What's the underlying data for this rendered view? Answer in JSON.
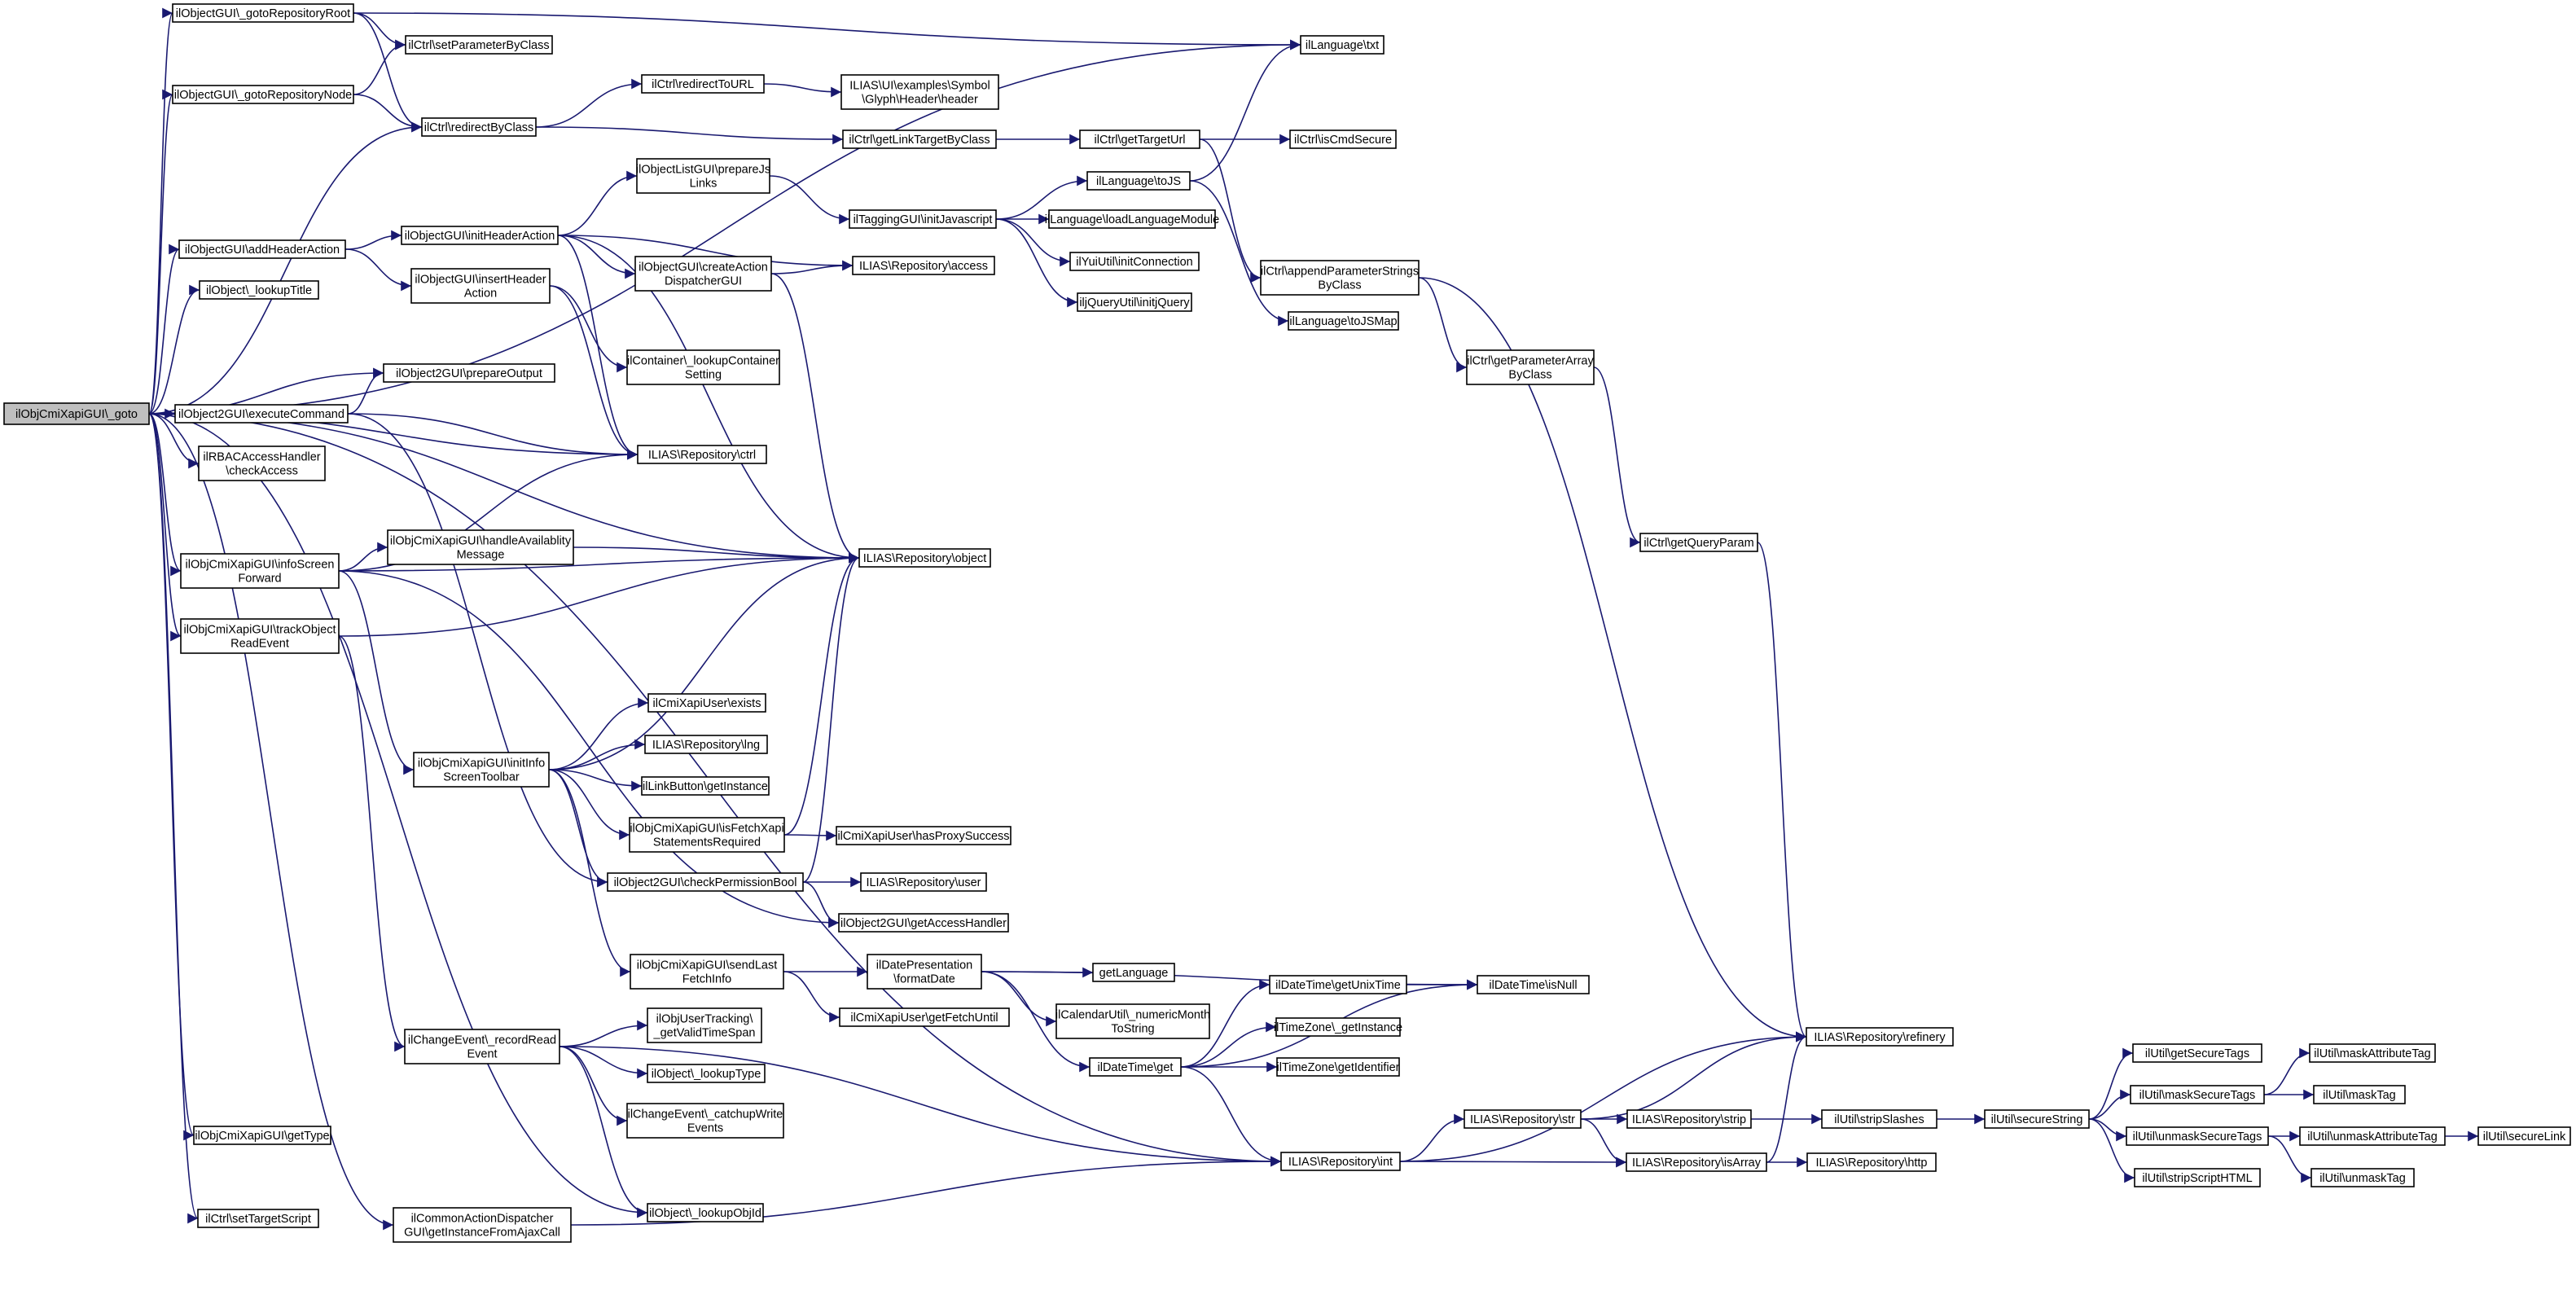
{
  "nodes": [
    {
      "id": "root",
      "label": [
        "ilObjCmiXapiGUI\\_goto"
      ],
      "root": true
    },
    {
      "id": "gotoRoot",
      "label": [
        "ilObjectGUI\\_gotoRepositoryRoot"
      ]
    },
    {
      "id": "gotoNode",
      "label": [
        "ilObjectGUI\\_gotoRepositoryNode"
      ]
    },
    {
      "id": "setParam",
      "label": [
        "ilCtrl\\setParameterByClass"
      ]
    },
    {
      "id": "langTxt",
      "label": [
        "ilLanguage\\txt"
      ]
    },
    {
      "id": "redirectByClass",
      "label": [
        "ilCtrl\\redirectByClass"
      ]
    },
    {
      "id": "redirectToURL",
      "label": [
        "ilCtrl\\redirectToURL"
      ]
    },
    {
      "id": "glyphHeader",
      "label": [
        "ILIAS\\UI\\examples\\Symbol",
        "\\Glyph\\Header\\header"
      ]
    },
    {
      "id": "getLinkTarget",
      "label": [
        "ilCtrl\\getLinkTargetByClass"
      ]
    },
    {
      "id": "getTargetUrl",
      "label": [
        "ilCtrl\\getTargetUrl"
      ]
    },
    {
      "id": "isCmdSecure",
      "label": [
        "ilCtrl\\isCmdSecure"
      ]
    },
    {
      "id": "toJS",
      "label": [
        "ilLanguage\\toJS"
      ]
    },
    {
      "id": "prepareJs",
      "label": [
        "ilObjectListGUI\\prepareJs",
        "Links"
      ]
    },
    {
      "id": "tagInitJs",
      "label": [
        "ilTaggingGUI\\initJavascript"
      ]
    },
    {
      "id": "loadLang",
      "label": [
        "ilLanguage\\loadLanguageModule"
      ]
    },
    {
      "id": "yuiInit",
      "label": [
        "ilYuiUtil\\initConnection"
      ]
    },
    {
      "id": "jqInit",
      "label": [
        "iljQueryUtil\\initjQuery"
      ]
    },
    {
      "id": "toJSMap",
      "label": [
        "ilLanguage\\toJSMap"
      ]
    },
    {
      "id": "appendParam",
      "label": [
        "ilCtrl\\appendParameterStrings",
        "ByClass"
      ]
    },
    {
      "id": "getParamArray",
      "label": [
        "ilCtrl\\getParameterArray",
        "ByClass"
      ]
    },
    {
      "id": "getQueryParam",
      "label": [
        "ilCtrl\\getQueryParam"
      ]
    },
    {
      "id": "addHeaderAction",
      "label": [
        "ilObjectGUI\\addHeaderAction"
      ]
    },
    {
      "id": "initHeaderAction",
      "label": [
        "ilObjectGUI\\initHeaderAction"
      ]
    },
    {
      "id": "insertHeaderAction",
      "label": [
        "ilObjectGUI\\insertHeader",
        "Action"
      ]
    },
    {
      "id": "createActionDisp",
      "label": [
        "ilObjectGUI\\createAction",
        "DispatcherGUI"
      ]
    },
    {
      "id": "repoAccess",
      "label": [
        "ILIAS\\Repository\\access"
      ]
    },
    {
      "id": "lookupTitle",
      "label": [
        "ilObject\\_lookupTitle"
      ]
    },
    {
      "id": "lookupContainer",
      "label": [
        "ilContainer\\_lookupContainer",
        "Setting"
      ]
    },
    {
      "id": "prepareOutput",
      "label": [
        "ilObject2GUI\\prepareOutput"
      ]
    },
    {
      "id": "executeCommand",
      "label": [
        "ilObject2GUI\\executeCommand"
      ]
    },
    {
      "id": "repoCtrl",
      "label": [
        "ILIAS\\Repository\\ctrl"
      ]
    },
    {
      "id": "rbacCheck",
      "label": [
        "ilRBACAccessHandler",
        "\\checkAccess"
      ]
    },
    {
      "id": "infoScreenFwd",
      "label": [
        "ilObjCmiXapiGUI\\infoScreen",
        "Forward"
      ]
    },
    {
      "id": "handleAvail",
      "label": [
        "ilObjCmiXapiGUI\\handleAvailablity",
        "Message"
      ]
    },
    {
      "id": "repoObject",
      "label": [
        "ILIAS\\Repository\\object"
      ]
    },
    {
      "id": "trackRead",
      "label": [
        "ilObjCmiXapiGUI\\trackObject",
        "ReadEvent"
      ]
    },
    {
      "id": "userExists",
      "label": [
        "ilCmiXapiUser\\exists"
      ]
    },
    {
      "id": "repoLng",
      "label": [
        "ILIAS\\Repository\\lng"
      ]
    },
    {
      "id": "linkBtn",
      "label": [
        "ilLinkButton\\getInstance"
      ]
    },
    {
      "id": "initInfoToolbar",
      "label": [
        "ilObjCmiXapiGUI\\initInfo",
        "ScreenToolbar"
      ]
    },
    {
      "id": "isFetchReq",
      "label": [
        "ilObjCmiXapiGUI\\isFetchXapi",
        "StatementsRequired"
      ]
    },
    {
      "id": "hasProxy",
      "label": [
        "ilCmiXapiUser\\hasProxySuccess"
      ]
    },
    {
      "id": "checkPerm",
      "label": [
        "ilObject2GUI\\checkPermissionBool"
      ]
    },
    {
      "id": "repoUser",
      "label": [
        "ILIAS\\Repository\\user"
      ]
    },
    {
      "id": "getAccessHandler",
      "label": [
        "ilObject2GUI\\getAccessHandler"
      ]
    },
    {
      "id": "sendLastFetch",
      "label": [
        "ilObjCmiXapiGUI\\sendLast",
        "FetchInfo"
      ]
    },
    {
      "id": "formatDate",
      "label": [
        "ilDatePresentation",
        "\\formatDate"
      ]
    },
    {
      "id": "getLanguage",
      "label": [
        "getLanguage"
      ]
    },
    {
      "id": "getFetchUntil",
      "label": [
        "ilCmiXapiUser\\getFetchUntil"
      ]
    },
    {
      "id": "numericMonth",
      "label": [
        "ilCalendarUtil\\_numericMonth",
        "ToString"
      ]
    },
    {
      "id": "getUnix",
      "label": [
        "ilDateTime\\getUnixTime"
      ]
    },
    {
      "id": "isNull",
      "label": [
        "ilDateTime\\isNull"
      ]
    },
    {
      "id": "tzInstance",
      "label": [
        "ilTimeZone\\_getInstance"
      ]
    },
    {
      "id": "tzIdent",
      "label": [
        "ilTimeZone\\getIdentifier"
      ]
    },
    {
      "id": "dtGet",
      "label": [
        "ilDateTime\\get"
      ]
    },
    {
      "id": "recordRead",
      "label": [
        "ilChangeEvent\\_recordRead",
        "Event"
      ]
    },
    {
      "id": "validTime",
      "label": [
        "ilObjUserTracking\\",
        "_getValidTimeSpan"
      ]
    },
    {
      "id": "lookupType",
      "label": [
        "ilObject\\_lookupType"
      ]
    },
    {
      "id": "catchupWrite",
      "label": [
        "ilChangeEvent\\_catchupWrite",
        "Events"
      ]
    },
    {
      "id": "lookupObjId",
      "label": [
        "ilObject\\_lookupObjId"
      ]
    },
    {
      "id": "getType",
      "label": [
        "ilObjCmiXapiGUI\\getType"
      ]
    },
    {
      "id": "setTarget",
      "label": [
        "ilCtrl\\setTargetScript"
      ]
    },
    {
      "id": "commonAction",
      "label": [
        "ilCommonActionDispatcher",
        "GUI\\getInstanceFromAjaxCall"
      ]
    },
    {
      "id": "repoInt",
      "label": [
        "ILIAS\\Repository\\int"
      ]
    },
    {
      "id": "repoStr",
      "label": [
        "ILIAS\\Repository\\str"
      ]
    },
    {
      "id": "repoStrip",
      "label": [
        "ILIAS\\Repository\\strip"
      ]
    },
    {
      "id": "repoIsArray",
      "label": [
        "ILIAS\\Repository\\isArray"
      ]
    },
    {
      "id": "repoRefinery",
      "label": [
        "ILIAS\\Repository\\refinery"
      ]
    },
    {
      "id": "stripSlashes",
      "label": [
        "ilUtil\\stripSlashes"
      ]
    },
    {
      "id": "repoHttp",
      "label": [
        "ILIAS\\Repository\\http"
      ]
    },
    {
      "id": "secureString",
      "label": [
        "ilUtil\\secureString"
      ]
    },
    {
      "id": "getSecureTags",
      "label": [
        "ilUtil\\getSecureTags"
      ]
    },
    {
      "id": "maskSecure",
      "label": [
        "ilUtil\\maskSecureTags"
      ]
    },
    {
      "id": "maskAttr",
      "label": [
        "ilUtil\\maskAttributeTag"
      ]
    },
    {
      "id": "maskTag",
      "label": [
        "ilUtil\\maskTag"
      ]
    },
    {
      "id": "unmaskSecure",
      "label": [
        "ilUtil\\unmaskSecureTags"
      ]
    },
    {
      "id": "unmaskAttr",
      "label": [
        "ilUtil\\unmaskAttributeTag"
      ]
    },
    {
      "id": "secureLink",
      "label": [
        "ilUtil\\secureLink"
      ]
    },
    {
      "id": "stripHTML",
      "label": [
        "ilUtil\\stripScriptHTML"
      ]
    },
    {
      "id": "unmaskTag",
      "label": [
        "ilUtil\\unmaskTag"
      ]
    }
  ],
  "edges": [
    [
      "root",
      "gotoRoot"
    ],
    [
      "root",
      "gotoNode"
    ],
    [
      "root",
      "langTxt"
    ],
    [
      "root",
      "redirectByClass"
    ],
    [
      "root",
      "addHeaderAction"
    ],
    [
      "root",
      "lookupTitle"
    ],
    [
      "root",
      "repoCtrl"
    ],
    [
      "root",
      "prepareOutput"
    ],
    [
      "root",
      "executeCommand"
    ],
    [
      "root",
      "rbacCheck"
    ],
    [
      "root",
      "repoObject"
    ],
    [
      "root",
      "infoScreenFwd"
    ],
    [
      "root",
      "trackRead"
    ],
    [
      "root",
      "lookupObjId"
    ],
    [
      "root",
      "getType"
    ],
    [
      "root",
      "setTarget"
    ],
    [
      "root",
      "commonAction"
    ],
    [
      "root",
      "repoInt"
    ],
    [
      "gotoRoot",
      "setParam"
    ],
    [
      "gotoRoot",
      "langTxt"
    ],
    [
      "gotoRoot",
      "redirectByClass"
    ],
    [
      "gotoNode",
      "setParam"
    ],
    [
      "gotoNode",
      "redirectByClass"
    ],
    [
      "redirectByClass",
      "redirectToURL"
    ],
    [
      "redirectByClass",
      "getLinkTarget"
    ],
    [
      "redirectToURL",
      "glyphHeader"
    ],
    [
      "getLinkTarget",
      "getTargetUrl"
    ],
    [
      "getTargetUrl",
      "isCmdSecure"
    ],
    [
      "getTargetUrl",
      "appendParam"
    ],
    [
      "appendParam",
      "getParamArray"
    ],
    [
      "appendParam",
      "repoRefinery"
    ],
    [
      "getParamArray",
      "getQueryParam"
    ],
    [
      "getQueryParam",
      "repoRefinery"
    ],
    [
      "toJS",
      "langTxt"
    ],
    [
      "toJS",
      "toJSMap"
    ],
    [
      "addHeaderAction",
      "initHeaderAction"
    ],
    [
      "addHeaderAction",
      "insertHeaderAction"
    ],
    [
      "initHeaderAction",
      "prepareJs"
    ],
    [
      "initHeaderAction",
      "createActionDisp"
    ],
    [
      "initHeaderAction",
      "repoAccess"
    ],
    [
      "initHeaderAction",
      "repoObject"
    ],
    [
      "initHeaderAction",
      "repoCtrl"
    ],
    [
      "prepareJs",
      "tagInitJs"
    ],
    [
      "tagInitJs",
      "toJS"
    ],
    [
      "tagInitJs",
      "loadLang"
    ],
    [
      "tagInitJs",
      "yuiInit"
    ],
    [
      "tagInitJs",
      "jqInit"
    ],
    [
      "createActionDisp",
      "repoAccess"
    ],
    [
      "createActionDisp",
      "repoObject"
    ],
    [
      "insertHeaderAction",
      "lookupContainer"
    ],
    [
      "insertHeaderAction",
      "repoCtrl"
    ],
    [
      "executeCommand",
      "prepareOutput"
    ],
    [
      "executeCommand",
      "repoCtrl"
    ],
    [
      "executeCommand",
      "checkPerm"
    ],
    [
      "infoScreenFwd",
      "handleAvail"
    ],
    [
      "infoScreenFwd",
      "repoCtrl"
    ],
    [
      "infoScreenFwd",
      "repoObject"
    ],
    [
      "infoScreenFwd",
      "initInfoToolbar"
    ],
    [
      "infoScreenFwd",
      "getAccessHandler"
    ],
    [
      "handleAvail",
      "repoObject"
    ],
    [
      "trackRead",
      "repoObject"
    ],
    [
      "trackRead",
      "recordRead"
    ],
    [
      "initInfoToolbar",
      "repoObject"
    ],
    [
      "initInfoToolbar",
      "userExists"
    ],
    [
      "initInfoToolbar",
      "repoLng"
    ],
    [
      "initInfoToolbar",
      "linkBtn"
    ],
    [
      "initInfoToolbar",
      "isFetchReq"
    ],
    [
      "initInfoToolbar",
      "checkPerm"
    ],
    [
      "initInfoToolbar",
      "sendLastFetch"
    ],
    [
      "isFetchReq",
      "repoObject"
    ],
    [
      "isFetchReq",
      "hasProxy"
    ],
    [
      "checkPerm",
      "repoObject"
    ],
    [
      "checkPerm",
      "repoUser"
    ],
    [
      "checkPerm",
      "getAccessHandler"
    ],
    [
      "sendLastFetch",
      "formatDate"
    ],
    [
      "sendLastFetch",
      "getFetchUntil"
    ],
    [
      "formatDate",
      "getLanguage"
    ],
    [
      "formatDate",
      "isNull"
    ],
    [
      "formatDate",
      "numericMonth"
    ],
    [
      "formatDate",
      "dtGet"
    ],
    [
      "dtGet",
      "getUnix"
    ],
    [
      "dtGet",
      "tzInstance"
    ],
    [
      "dtGet",
      "tzIdent"
    ],
    [
      "dtGet",
      "isNull"
    ],
    [
      "dtGet",
      "repoInt"
    ],
    [
      "getUnix",
      "isNull"
    ],
    [
      "recordRead",
      "validTime"
    ],
    [
      "recordRead",
      "lookupType"
    ],
    [
      "recordRead",
      "catchupWrite"
    ],
    [
      "recordRead",
      "lookupObjId"
    ],
    [
      "recordRead",
      "repoInt"
    ],
    [
      "commonAction",
      "repoInt"
    ],
    [
      "repoInt",
      "repoStr"
    ],
    [
      "repoInt",
      "repoRefinery"
    ],
    [
      "repoInt",
      "repoIsArray"
    ],
    [
      "repoStr",
      "repoRefinery"
    ],
    [
      "repoStr",
      "repoStrip"
    ],
    [
      "repoStr",
      "repoIsArray"
    ],
    [
      "repoStrip",
      "stripSlashes"
    ],
    [
      "repoIsArray",
      "repoRefinery"
    ],
    [
      "repoIsArray",
      "repoHttp"
    ],
    [
      "stripSlashes",
      "secureString"
    ],
    [
      "secureString",
      "getSecureTags"
    ],
    [
      "secureString",
      "maskSecure"
    ],
    [
      "secureString",
      "unmaskSecure"
    ],
    [
      "secureString",
      "stripHTML"
    ],
    [
      "maskSecure",
      "maskAttr"
    ],
    [
      "maskSecure",
      "maskTag"
    ],
    [
      "unmaskSecure",
      "unmaskAttr"
    ],
    [
      "unmaskSecure",
      "unmaskTag"
    ],
    [
      "unmaskAttr",
      "secureLink"
    ]
  ]
}
